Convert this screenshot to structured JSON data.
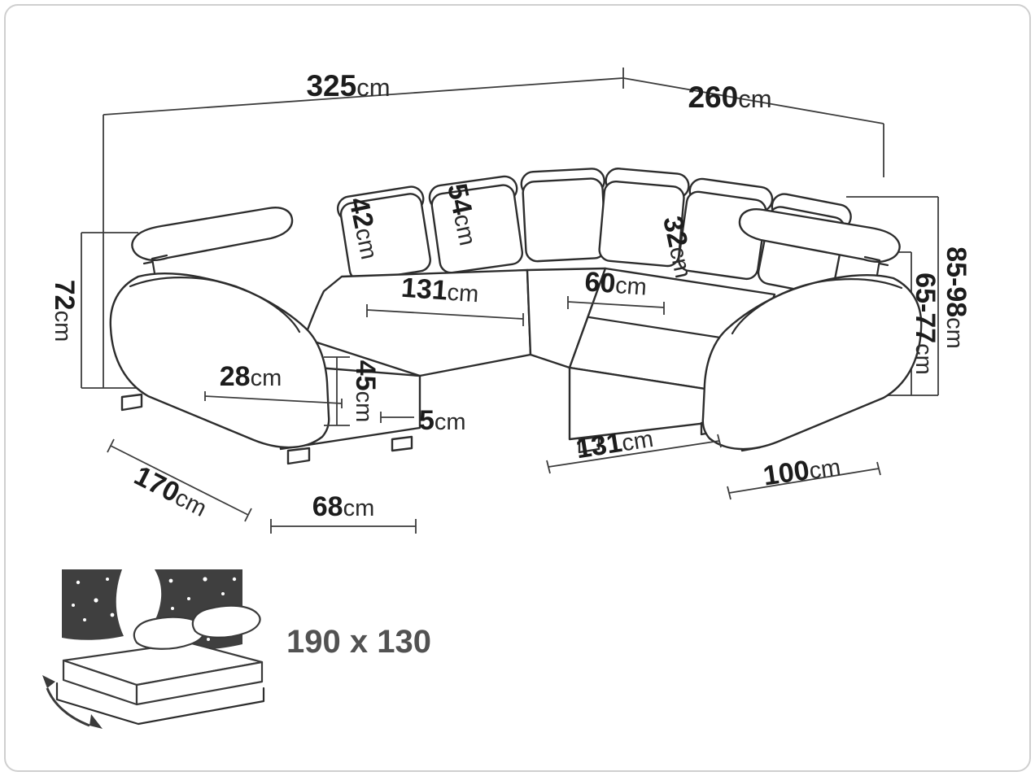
{
  "colors": {
    "ink": "#2d2d2d",
    "dimension_line": "#3c3c3c",
    "text": "#1c1c1c",
    "bed_icon_fill": "#3f3f3f",
    "bed_label_text": "#525252",
    "frame_border": "#cfcfcf"
  },
  "dimensions": {
    "overall_width": {
      "value": "325",
      "unit": "cm"
    },
    "overall_depth": {
      "value": "260",
      "unit": "cm"
    },
    "left_back_height": {
      "value": "72",
      "unit": "cm"
    },
    "headrest_left": {
      "value": "42",
      "unit": "cm"
    },
    "headrest_middle": {
      "value": "54",
      "unit": "cm"
    },
    "headrest_right": {
      "value": "32",
      "unit": "cm"
    },
    "seat_left_width": {
      "value": "131",
      "unit": "cm"
    },
    "corner_seat_depth": {
      "value": "60",
      "unit": "cm"
    },
    "height_with_headrest": {
      "value": "85-98",
      "unit": "cm"
    },
    "backrest_height": {
      "value": "65-77",
      "unit": "cm"
    },
    "cushion_height": {
      "value": "28",
      "unit": "cm"
    },
    "seat_height": {
      "value": "45",
      "unit": "cm"
    },
    "leg_height": {
      "value": "5",
      "unit": "cm"
    },
    "seat_right_width": {
      "value": "131",
      "unit": "cm"
    },
    "right_arm_width": {
      "value": "100",
      "unit": "cm"
    },
    "chaise_side_length": {
      "value": "170",
      "unit": "cm"
    },
    "chaise_front_width": {
      "value": "68",
      "unit": "cm"
    }
  },
  "sleeping_area": {
    "size_label": "190 x 130",
    "icon": "fold-out-bed-icon"
  }
}
